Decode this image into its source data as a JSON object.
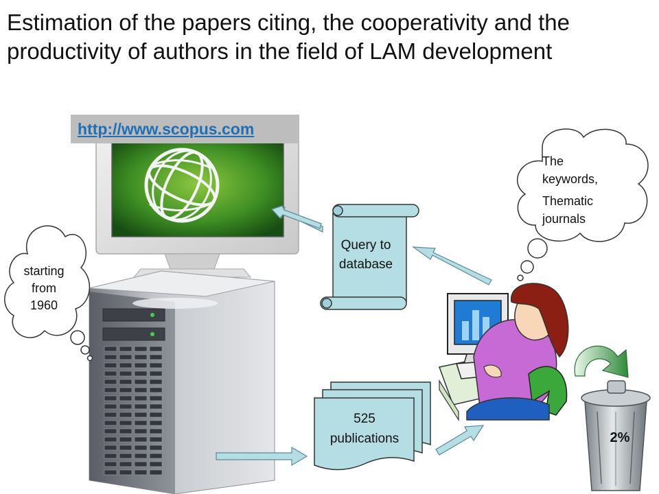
{
  "title": {
    "line1": "Estimation of the papers citing, the cooperativity and the",
    "line2": "productivity of authors in the field of LAM development"
  },
  "monitor": {
    "url": "http://www.scopus.com"
  },
  "cloud_left": {
    "line1": "starting",
    "line2": "from",
    "line3": "1960"
  },
  "cloud_right": {
    "line1": "The",
    "line2": "keywords,",
    "line3": "Thematic",
    "line4": "journals"
  },
  "query_scroll": {
    "line1": "Query to",
    "line2": "database"
  },
  "publications": {
    "line1": "525",
    "line2": "publications"
  },
  "trash": {
    "percent": "2%"
  },
  "colors": {
    "arrow_fill": "#b4dee4",
    "arrow_stroke": "#5a8a98",
    "scroll_fill": "#b4dee4",
    "screen_green": "#2d7a1e",
    "link_blue": "#1f6fb4"
  },
  "icons": [
    "globe-icon",
    "server-tower-icon",
    "person-at-computer-icon",
    "trash-can-icon",
    "thought-cloud-icon",
    "scroll-icon",
    "stacked-documents-icon",
    "curved-arrow-icon"
  ]
}
